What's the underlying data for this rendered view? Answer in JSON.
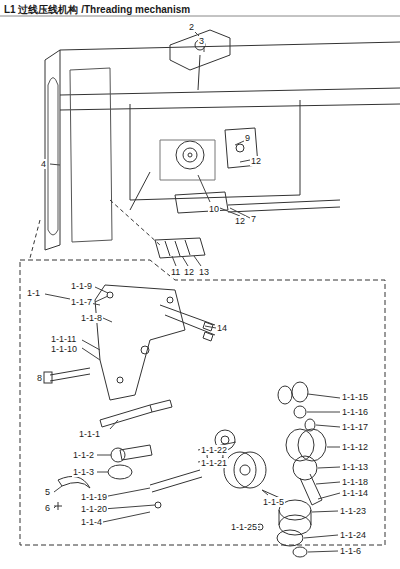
{
  "diagram": {
    "title": "L1 过线压线机构 /Threading mechanism",
    "labels": [
      "2",
      "3",
      "4",
      "9",
      "12",
      "10",
      "7",
      "12",
      "11",
      "12",
      "13",
      "1-1",
      "1-1-9",
      "1-1-7",
      "1-1-8",
      "1-1-11",
      "1-1-10",
      "14",
      "8",
      "1-1-15",
      "1-1-16",
      "1-1-17",
      "1-1-12",
      "1-1-1",
      "1-1-13",
      "1-1-18",
      "1-1-14",
      "1-1-2",
      "1-1-22",
      "1-1-3",
      "1-1-21",
      "5",
      "6",
      "1-1-19",
      "1-1-20",
      "1-1-4",
      "1-1-5",
      "1-1-23",
      "1-1-25",
      "1-1-24",
      "1-1-6"
    ]
  }
}
